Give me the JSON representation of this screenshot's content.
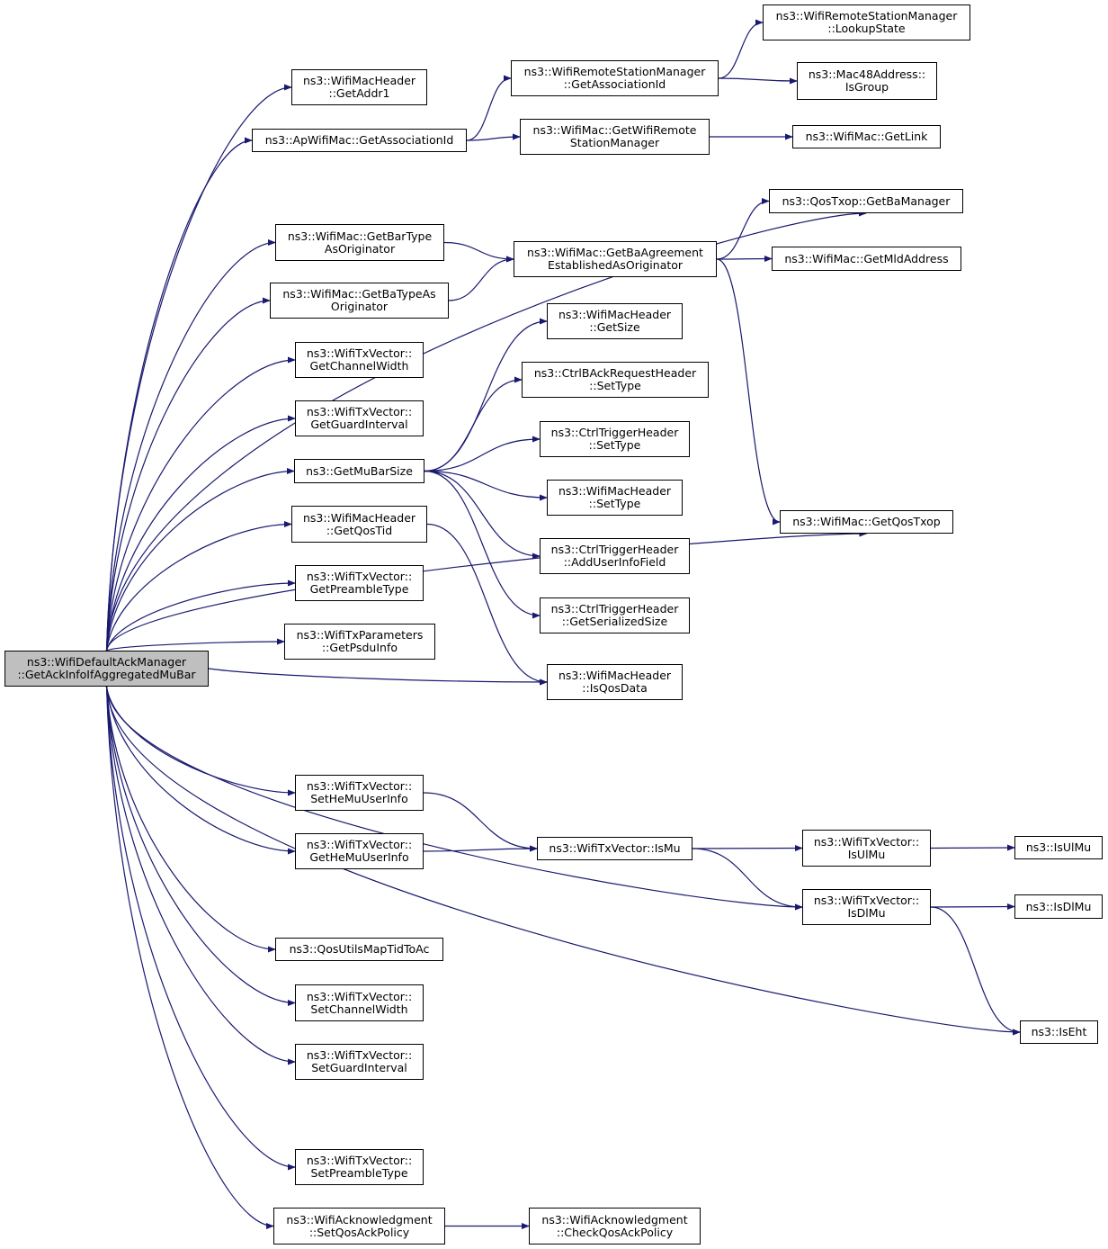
{
  "colors": {
    "edge": "#191970",
    "root_fill": "#bfbfbf",
    "node_fill": "#ffffff",
    "border": "#000000"
  },
  "nodes": {
    "root": [
      "ns3::WifiDefaultAckManager",
      "::GetAckInfoIfAggregatedMuBar"
    ],
    "getaddr1": [
      "ns3::WifiMacHeader",
      "::GetAddr1"
    ],
    "apassoc": [
      "ns3::ApWifiMac::GetAssociationId"
    ],
    "rsmassoc": [
      "ns3::WifiRemoteStationManager",
      "::GetAssociationId"
    ],
    "lookupstate": [
      "ns3::WifiRemoteStationManager",
      "::LookupState"
    ],
    "isgroup": [
      "ns3::Mac48Address::",
      "IsGroup"
    ],
    "getwifirsm": [
      "ns3::WifiMac::GetWifiRemote",
      "StationManager"
    ],
    "getlink": [
      "ns3::WifiMac::GetLink"
    ],
    "getbamanager": [
      "ns3::QosTxop::GetBaManager"
    ],
    "getbartype": [
      "ns3::WifiMac::GetBarType",
      "AsOriginator"
    ],
    "getbaagreement": [
      "ns3::WifiMac::GetBaAgreement",
      "EstablishedAsOriginator"
    ],
    "getmldaddress": [
      "ns3::WifiMac::GetMldAddress"
    ],
    "getbatype": [
      "ns3::WifiMac::GetBaTypeAs",
      "Originator"
    ],
    "getchannelwidth": [
      "ns3::WifiTxVector::",
      "GetChannelWidth"
    ],
    "getguardinterval": [
      "ns3::WifiTxVector::",
      "GetGuardInterval"
    ],
    "getmubarsize": [
      "ns3::GetMuBarSize"
    ],
    "macheadergetsize": [
      "ns3::WifiMacHeader",
      "::GetSize"
    ],
    "ctrlbackreqsettype": [
      "ns3::CtrlBAckRequestHeader",
      "::SetType"
    ],
    "ctrltriggersettype": [
      "ns3::CtrlTriggerHeader",
      "::SetType"
    ],
    "macheadersettype": [
      "ns3::WifiMacHeader",
      "::SetType"
    ],
    "adduserinfofield": [
      "ns3::CtrlTriggerHeader",
      "::AddUserInfoField"
    ],
    "getserializedsize": [
      "ns3::CtrlTriggerHeader",
      "::GetSerializedSize"
    ],
    "getqostid": [
      "ns3::WifiMacHeader",
      "::GetQosTid"
    ],
    "getqostxop": [
      "ns3::WifiMac::GetQosTxop"
    ],
    "getpreambletype": [
      "ns3::WifiTxVector::",
      "GetPreambleType"
    ],
    "getpsduinfo": [
      "ns3::WifiTxParameters",
      "::GetPsduInfo"
    ],
    "isqosdata": [
      "ns3::WifiMacHeader",
      "::IsQosData"
    ],
    "sethemuuserinfo": [
      "ns3::WifiTxVector::",
      "SetHeMuUserInfo"
    ],
    "gethemuuserinfo": [
      "ns3::WifiTxVector::",
      "GetHeMuUserInfo"
    ],
    "ismu": [
      "ns3::WifiTxVector::IsMu"
    ],
    "isulmu": [
      "ns3::WifiTxVector::",
      "IsUlMu"
    ],
    "isulmu2": [
      "ns3::IsUlMu"
    ],
    "isdlmu": [
      "ns3::WifiTxVector::",
      "IsDlMu"
    ],
    "isdlmu2": [
      "ns3::IsDlMu"
    ],
    "qosutils": [
      "ns3::QosUtilsMapTidToAc"
    ],
    "setchannelwidth": [
      "ns3::WifiTxVector::",
      "SetChannelWidth"
    ],
    "setguardinterval": [
      "ns3::WifiTxVector::",
      "SetGuardInterval"
    ],
    "iseht": [
      "ns3::IsEht"
    ],
    "setpreambletype": [
      "ns3::WifiTxVector::",
      "SetPreambleType"
    ],
    "setqosackpolicy": [
      "ns3::WifiAcknowledgment",
      "::SetQosAckPolicy"
    ],
    "checkqosackpolicy": [
      "ns3::WifiAcknowledgment",
      "::CheckQosAckPolicy"
    ]
  },
  "edges": [
    [
      "root",
      "getaddr1"
    ],
    [
      "root",
      "apassoc"
    ],
    [
      "root",
      "getbamanager"
    ],
    [
      "root",
      "getbartype"
    ],
    [
      "root",
      "getbatype"
    ],
    [
      "root",
      "getchannelwidth"
    ],
    [
      "root",
      "getguardinterval"
    ],
    [
      "root",
      "getmubarsize"
    ],
    [
      "root",
      "getqostid"
    ],
    [
      "root",
      "getpreambletype"
    ],
    [
      "root",
      "getpsduinfo"
    ],
    [
      "root",
      "isqosdata"
    ],
    [
      "root",
      "getqostxop"
    ],
    [
      "root",
      "sethemuuserinfo"
    ],
    [
      "root",
      "gethemuuserinfo"
    ],
    [
      "root",
      "isdlmu"
    ],
    [
      "root",
      "qosutils"
    ],
    [
      "root",
      "setchannelwidth"
    ],
    [
      "root",
      "setguardinterval"
    ],
    [
      "root",
      "iseht"
    ],
    [
      "root",
      "setpreambletype"
    ],
    [
      "root",
      "setqosackpolicy"
    ],
    [
      "apassoc",
      "rsmassoc"
    ],
    [
      "apassoc",
      "getwifirsm"
    ],
    [
      "rsmassoc",
      "lookupstate"
    ],
    [
      "rsmassoc",
      "isgroup"
    ],
    [
      "getwifirsm",
      "getlink"
    ],
    [
      "getbartype",
      "getbaagreement"
    ],
    [
      "getbatype",
      "getbaagreement"
    ],
    [
      "getbaagreement",
      "getbamanager"
    ],
    [
      "getbaagreement",
      "getmldaddress"
    ],
    [
      "getbaagreement",
      "getqostxop"
    ],
    [
      "getmubarsize",
      "macheadergetsize"
    ],
    [
      "getmubarsize",
      "ctrlbackreqsettype"
    ],
    [
      "getmubarsize",
      "ctrltriggersettype"
    ],
    [
      "getmubarsize",
      "macheadersettype"
    ],
    [
      "getmubarsize",
      "adduserinfofield"
    ],
    [
      "getmubarsize",
      "getserializedsize"
    ],
    [
      "getqostid",
      "isqosdata"
    ],
    [
      "sethemuuserinfo",
      "ismu"
    ],
    [
      "gethemuuserinfo",
      "ismu"
    ],
    [
      "ismu",
      "isulmu"
    ],
    [
      "ismu",
      "isdlmu"
    ],
    [
      "isulmu",
      "isulmu2"
    ],
    [
      "isdlmu",
      "isdlmu2"
    ],
    [
      "isdlmu",
      "iseht"
    ],
    [
      "setqosackpolicy",
      "checkqosackpolicy"
    ]
  ]
}
